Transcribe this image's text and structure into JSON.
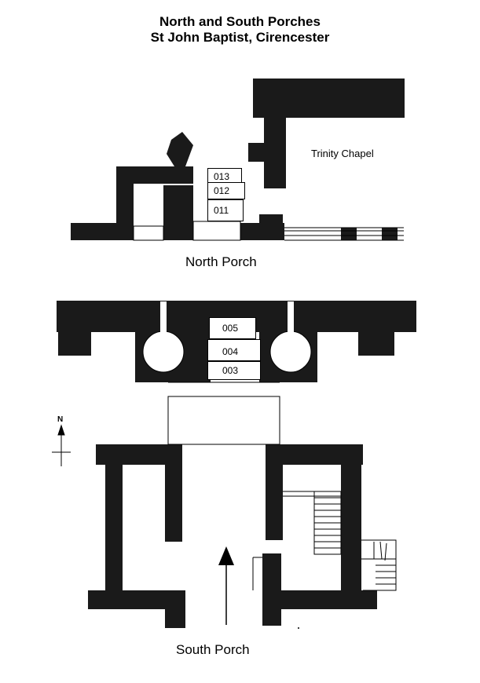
{
  "title": {
    "line1": "North and South Porches",
    "line2": "St John Baptist, Cirencester"
  },
  "labels": {
    "north_porch": "North Porch",
    "south_porch": "South Porch",
    "trinity_chapel": "Trinity Chapel"
  },
  "compass": {
    "letter": "N"
  },
  "north_boxes": [
    {
      "id": "013"
    },
    {
      "id": "012"
    },
    {
      "id": "011"
    }
  ],
  "south_boxes": [
    {
      "id": "005"
    },
    {
      "id": "004"
    },
    {
      "id": "003"
    }
  ],
  "colors": {
    "wall": "#1a1a1a",
    "background": "#ffffff"
  }
}
